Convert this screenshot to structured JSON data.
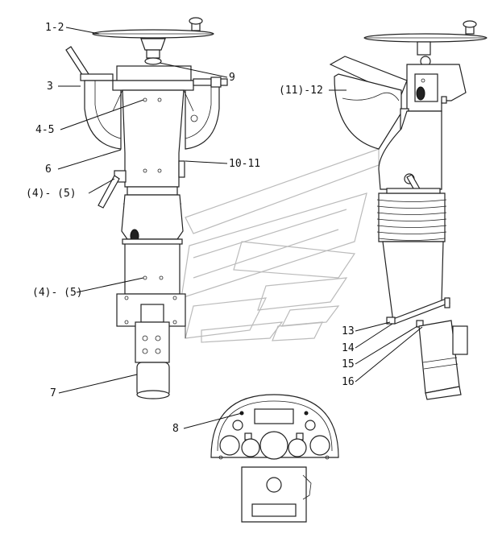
{
  "labels": {
    "l1_2": "1-2",
    "l3": "3",
    "l4_5": "4-5",
    "l6": "6",
    "l4_5b": "(4)- (5)",
    "l4_5c": "(4)- (5)",
    "l7": "7",
    "l8": "8",
    "l9": "9",
    "l10_11": "10-11",
    "l11_12": "(11)-12",
    "l13": "13",
    "l14": "14",
    "l15": "15",
    "l16": "16"
  }
}
